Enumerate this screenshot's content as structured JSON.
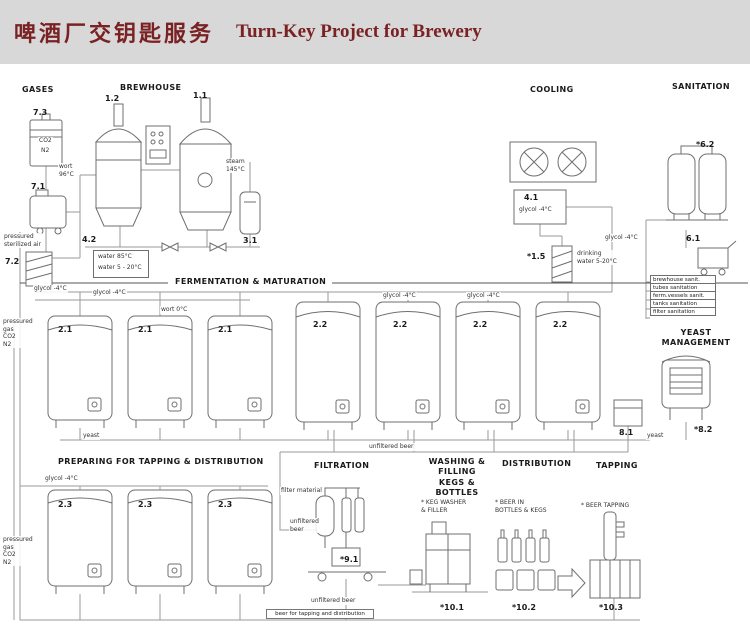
{
  "header": {
    "title_cn": "啤酒厂交钥匙服务",
    "title_en": "Turn-Key Project for Brewery"
  },
  "sections": {
    "gases": "GASES",
    "brewhouse": "BREWHOUSE",
    "cooling": "COOLING",
    "sanitation": "SANITATION",
    "fermentation": "FERMENTATION & MATURATION",
    "yeast_management": "YEAST\nMANAGEMENT",
    "preparing": "PREPARING FOR TAPPING & DISTRIBUTION",
    "filtration": "FILTRATION",
    "washing": "WASHING & FILLING\nKEGS & BOTTLES",
    "distribution": "DISTRIBUTION",
    "tapping": "TAPPING"
  },
  "components": {
    "gas_supply": "7.3",
    "air_compressor": "7.1",
    "wort_cooler": "7.2",
    "mash_tun": "1.2",
    "brew_kettle": "1.1",
    "water_tank": "4.2",
    "steam_generator": "3.1",
    "glycol_chiller": "4.1",
    "water_treatment": "*1.5",
    "cip_station": "*6.2",
    "cip_trolley": "6.1",
    "fermenter": "2.1",
    "maturation_tank": "2.2",
    "bright_beer_tank": "2.3",
    "yeast_pump": "8.1",
    "yeast_tank": "*8.2",
    "filter": "*9.1",
    "keg_washer_filler": "*10.1",
    "bottles_kegs": "*10.2",
    "beer_tapping": "*10.3"
  },
  "labels": {
    "co2": "CO2",
    "n2": "N2",
    "wort_96": "wort\n96°C",
    "steam_145": "steam\n145°C",
    "pressured_air": "pressured\nsterilized air",
    "water_85": "water 85°C",
    "water_5_20": "water 5 - 20°C",
    "glycol": "glycol -4°C",
    "wort_0": "wort 0°C",
    "drinking_water": "drinking\nwater 5-20°C",
    "yeast": "yeast",
    "unfiltered_beer": "unfiltered beer",
    "unfiltered_beer_2l": "unfiltered\nbeer",
    "filter_material": "filter material",
    "keg_washer": "* KEG WASHER\n& FILLER",
    "beer_in_bottles": "* BEER IN\nBOTTLES & KEGS",
    "beer_tapping_label": "* BEER TAPPING",
    "pressured_gas": "pressured\ngas\nCO2\nN2",
    "beer_for_tapping": "beer for tapping and distribution"
  },
  "sanitation_list": [
    "brewhouse sanit.",
    "tubes sanitation",
    "ferm.vessels sanit.",
    "tanks sanitation",
    "filter sanitation"
  ]
}
